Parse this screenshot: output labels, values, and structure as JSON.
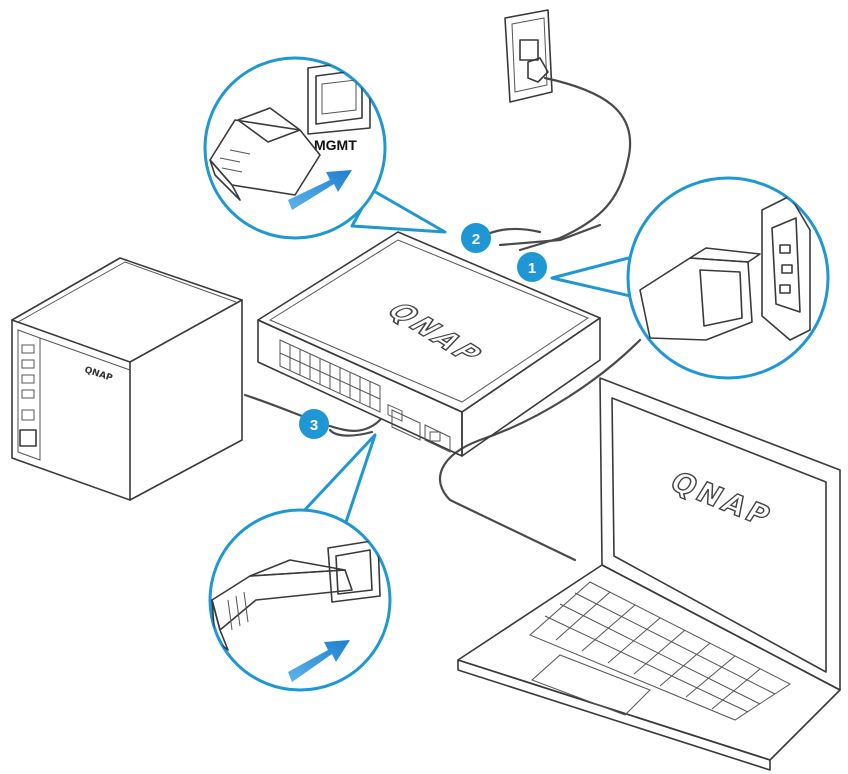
{
  "labels": {
    "mgmt_port": "MGMT",
    "switch_logo": "QNAP",
    "laptop_logo": "QNAP",
    "nas_logo": "QNAP"
  },
  "steps": [
    {
      "number": "1"
    },
    {
      "number": "2"
    },
    {
      "number": "3"
    }
  ],
  "colors": {
    "accent": "#1f97d4",
    "arrow": "#2a8fd6",
    "line": "#3a3a3a"
  }
}
